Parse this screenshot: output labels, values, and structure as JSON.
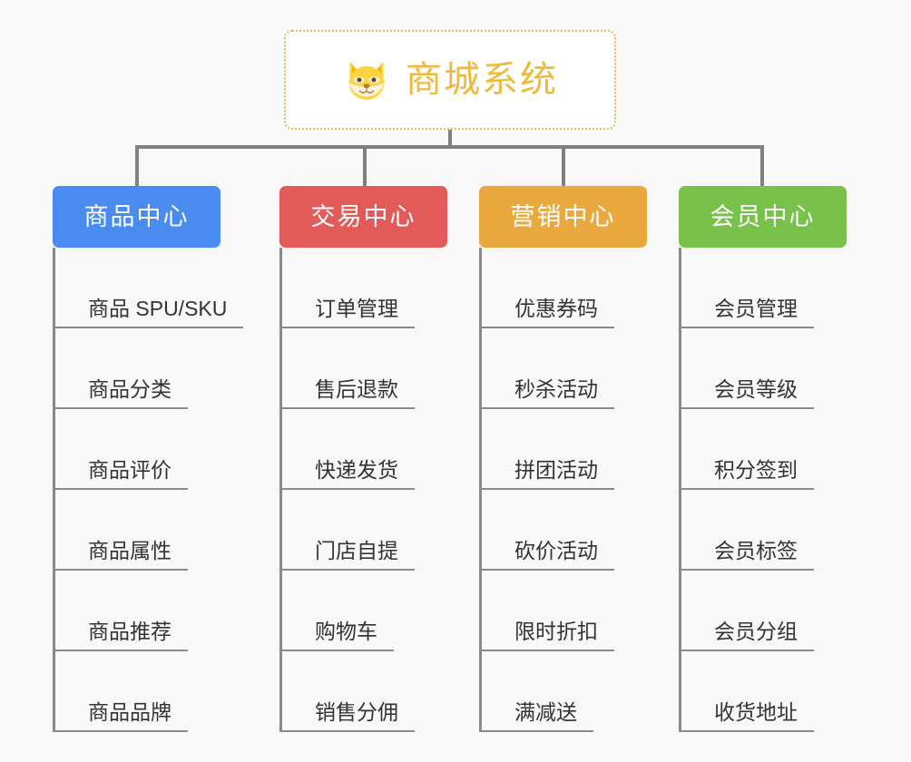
{
  "diagram": {
    "type": "mindmap",
    "background_color": "#f8f8f8",
    "line_color": "#808080"
  },
  "root": {
    "title": "商城系统",
    "icon": "shiba-inu-dog-face-icon",
    "text_color": "#f0b93c",
    "border_color": "#e8b760",
    "background_color": "#ffffff"
  },
  "categories": [
    {
      "label": "商品中心",
      "color": "#4a8bef",
      "items": [
        "商品 SPU/SKU",
        "商品分类",
        "商品评价",
        "商品属性",
        "商品推荐",
        "商品品牌"
      ]
    },
    {
      "label": "交易中心",
      "color": "#e35b59",
      "items": [
        "订单管理",
        "售后退款",
        "快递发货",
        "门店自提",
        "购物车",
        "销售分佣"
      ]
    },
    {
      "label": "营销中心",
      "color": "#eaa93e",
      "items": [
        "优惠券码",
        "秒杀活动",
        "拼团活动",
        "砍价活动",
        "限时折扣",
        "满减送"
      ]
    },
    {
      "label": "会员中心",
      "color": "#78c24b",
      "items": [
        "会员管理",
        "会员等级",
        "积分签到",
        "会员标签",
        "会员分组",
        "收货地址"
      ]
    }
  ]
}
